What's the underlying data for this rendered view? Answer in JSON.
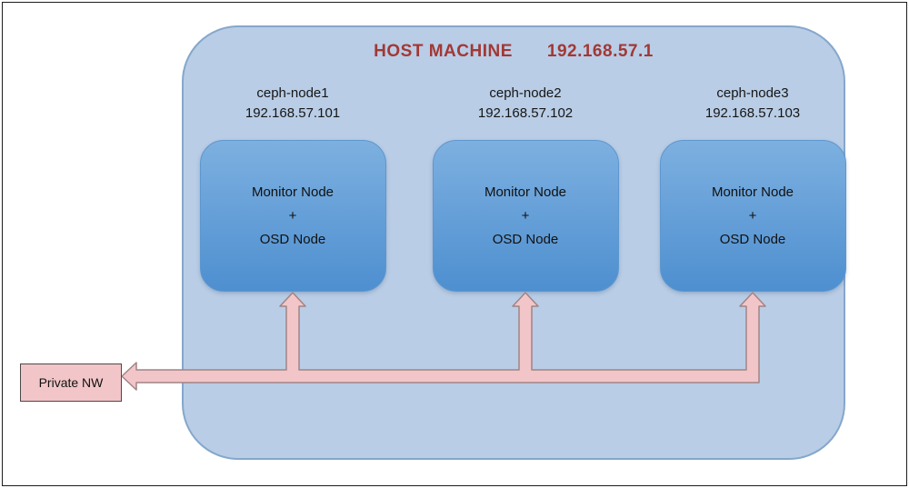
{
  "host": {
    "title": "HOST MACHINE",
    "ip": "192.168.57.1"
  },
  "nodes": [
    {
      "name": "ceph-node1",
      "ip": "192.168.57.101",
      "role_top": "Monitor Node",
      "role_join": "+",
      "role_bottom": "OSD Node"
    },
    {
      "name": "ceph-node2",
      "ip": "192.168.57.102",
      "role_top": "Monitor Node",
      "role_join": "+",
      "role_bottom": "OSD Node"
    },
    {
      "name": "ceph-node3",
      "ip": "192.168.57.103",
      "role_top": "Monitor Node",
      "role_join": "+",
      "role_bottom": "OSD Node"
    }
  ],
  "network": {
    "label": "Private NW"
  },
  "colors": {
    "host_fill": "#b9cde6",
    "host_border": "#85a7cb",
    "node_fill_top": "#7db0e0",
    "node_fill_bottom": "#4e8fd0",
    "node_border": "#5d97cf",
    "title_color": "#a23835",
    "arrow_fill": "#f2c6c8",
    "arrow_stroke": "#a18486"
  }
}
